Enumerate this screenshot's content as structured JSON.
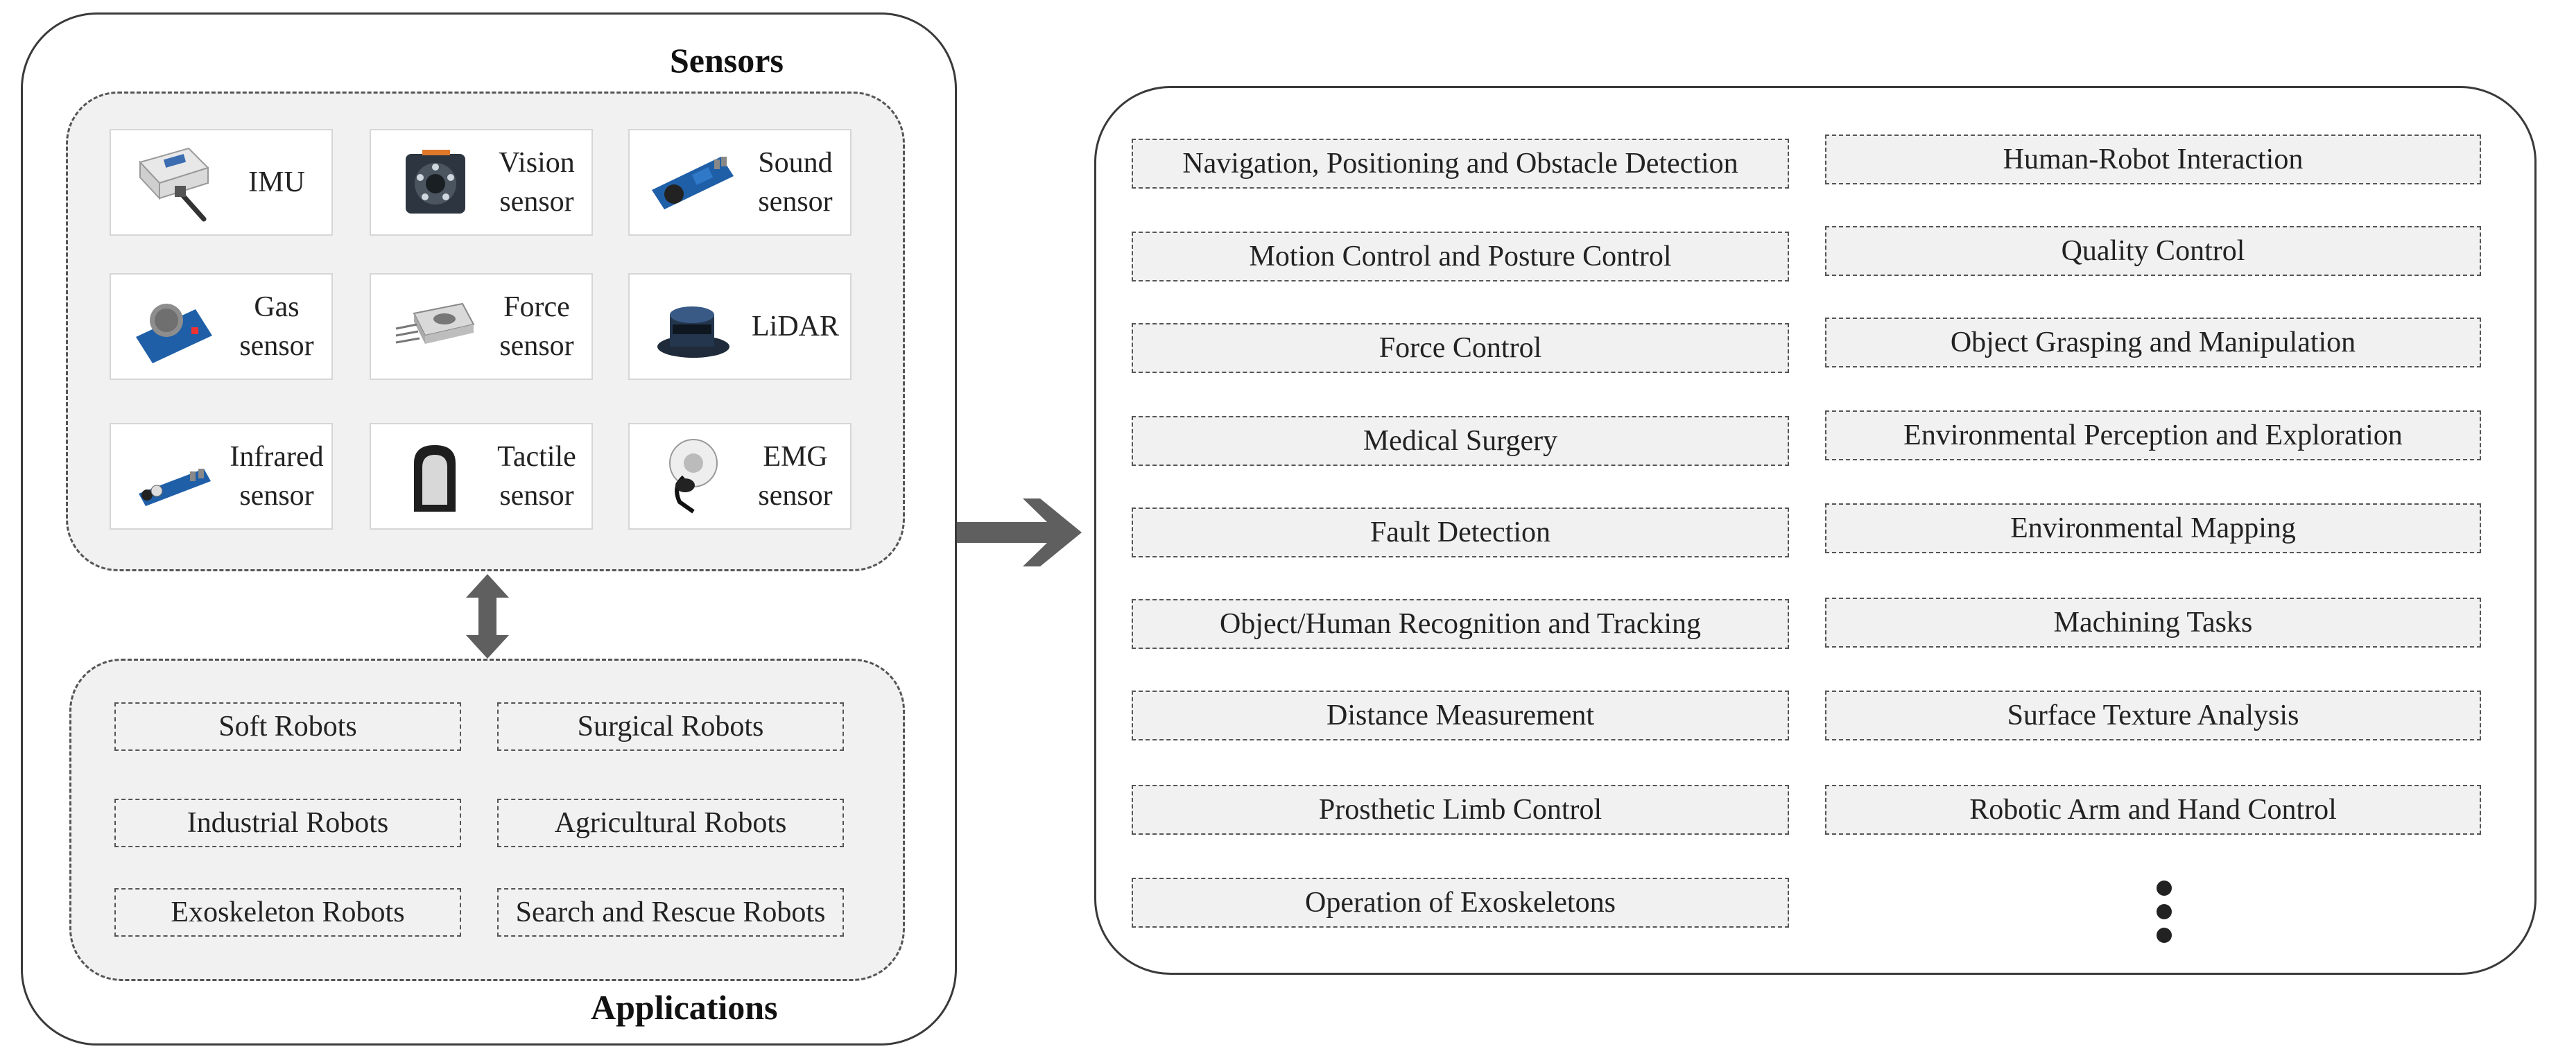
{
  "sensors_title": "Sensors",
  "applications_title": "Applications",
  "sensors": [
    {
      "label": "IMU",
      "icon": "imu-icon"
    },
    {
      "label": "Vision\nsensor",
      "icon": "camera-icon"
    },
    {
      "label": "Sound\nsensor",
      "icon": "sound-module-icon"
    },
    {
      "label": "Gas\nsensor",
      "icon": "gas-module-icon"
    },
    {
      "label": "Force\nsensor",
      "icon": "load-cell-icon"
    },
    {
      "label": "LiDAR",
      "icon": "lidar-icon"
    },
    {
      "label": "Infrared\nsensor",
      "icon": "ir-module-icon"
    },
    {
      "label": "Tactile\nsensor",
      "icon": "tactile-pad-icon"
    },
    {
      "label": "EMG\nsensor",
      "icon": "emg-electrode-icon"
    }
  ],
  "robots": [
    "Soft Robots",
    "Surgical Robots",
    "Industrial Robots",
    "Agricultural Robots",
    "Exoskeleton Robots",
    "Search and Rescue Robots"
  ],
  "tasks_left": [
    "Navigation, Positioning and Obstacle Detection",
    "Motion Control and Posture Control",
    "Force Control",
    "Medical Surgery",
    "Fault Detection",
    "Object/Human Recognition and Tracking",
    "Distance Measurement",
    "Prosthetic Limb Control",
    "Operation of Exoskeletons"
  ],
  "tasks_right": [
    "Human-Robot Interaction",
    "Quality Control",
    "Object Grasping and Manipulation",
    "Environmental Perception and Exploration",
    "Environmental Mapping",
    "Machining Tasks",
    "Surface Texture Analysis",
    "Robotic Arm and Hand Control"
  ],
  "more_indicator": "vertical-ellipsis-icon",
  "colors": {
    "arrow": "#5f5f5f",
    "panel_fill": "#f1f1f1",
    "border": "#3a3a3a"
  }
}
